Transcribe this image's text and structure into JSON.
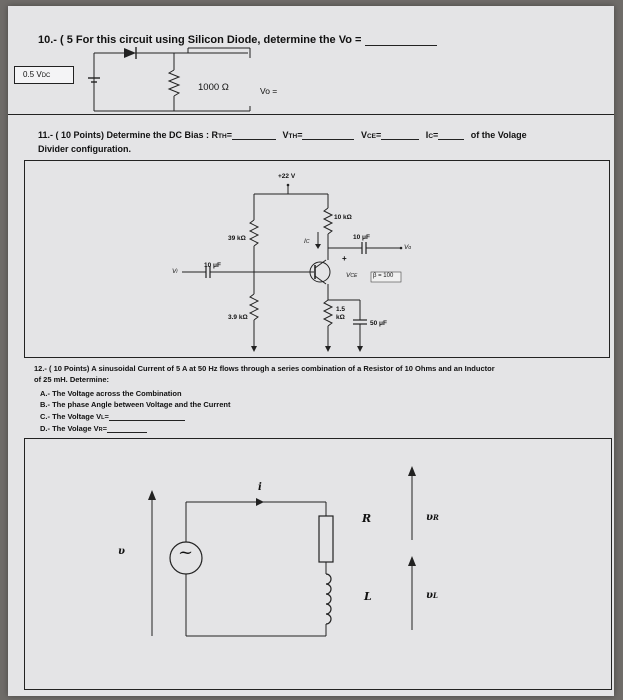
{
  "q10": {
    "title": "10.- ( 5 For this circuit using Silicon Diode, determine the Vo =",
    "source": "0.5 V",
    "source_sub": "DC",
    "resistor": "1000 Ω",
    "vo": "Vo ="
  },
  "q11": {
    "line1_prefix": "11.- ( 10 Points) Determine the DC Bias : R",
    "rth_sub": "TH",
    "eq": "=",
    "vth_label": "V",
    "vth_sub": "TH",
    "vce_label": "V",
    "vce_sub": "CE",
    "ic_label": "I",
    "ic_sub": "C",
    "line1_suffix": "of the Volage",
    "line2": "Divider configuration.",
    "circuit": {
      "supply": "+22 V",
      "rc": "10 kΩ",
      "r1": "39 kΩ",
      "r2": "3.9 kΩ",
      "cout": "10 μF",
      "cin": "10 μF",
      "vo": "V",
      "vo_sub": "o",
      "vi": "V",
      "vi_sub": "i",
      "ic": "I",
      "ic_sub": "C",
      "vce": "V",
      "vce_sub": "CE",
      "beta": "β = 100",
      "re_top": "1.5",
      "re_bottom": "kΩ",
      "ce": "50 μF",
      "plus": "+"
    }
  },
  "q12": {
    "line1": "12.- ( 10 Points) A sinusoidal Current of 5 A at 50 Hz flows through a series combination of a Resistor of 10 Ohms and an Inductor",
    "line2": "of 25 mH. Determine:",
    "a": "A.- The Voltage across the Combination",
    "b": "B.- The phase Angle between Voltage and the Current",
    "c_prefix": "C.- The Voltage V",
    "c_sub": "L",
    "c_eq": "=",
    "d_prefix": "D.- The Volage V",
    "d_sub": "R",
    "d_eq": "=",
    "circuit": {
      "i": "i",
      "v": "υ",
      "r": "R",
      "l": "L",
      "vr": "υ",
      "vr_sub": "R",
      "vl": "υ",
      "vl_sub": "L",
      "source_symbol": "~"
    }
  }
}
